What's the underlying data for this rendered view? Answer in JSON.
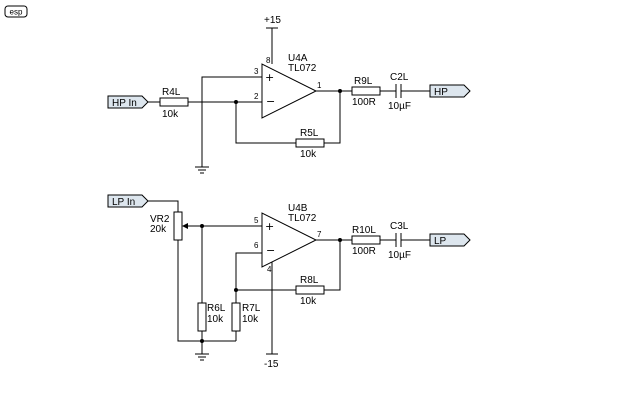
{
  "logo": "esp",
  "supply": {
    "positive": "+15",
    "negative": "-15"
  },
  "top": {
    "input_port": "HP In",
    "output_port": "HP",
    "opamp": {
      "name": "U4A",
      "type": "TL072",
      "pin_noninv": "3",
      "pin_inv": "2",
      "pin_out": "1",
      "pin_vcc": "8"
    },
    "r_in": {
      "name": "R4L",
      "value": "10k"
    },
    "r_fb": {
      "name": "R5L",
      "value": "10k"
    },
    "r_out": {
      "name": "R9L",
      "value": "100R"
    },
    "cap": {
      "name": "C2L",
      "value": "10µF"
    }
  },
  "bottom": {
    "input_port": "LP In",
    "output_port": "LP",
    "opamp": {
      "name": "U4B",
      "type": "TL072",
      "pin_noninv": "5",
      "pin_inv": "6",
      "pin_out": "7",
      "pin_vee": "4"
    },
    "pot": {
      "name": "VR2",
      "value": "20k"
    },
    "r_a": {
      "name": "R6L",
      "value": "10k"
    },
    "r_b": {
      "name": "R7L",
      "value": "10k"
    },
    "r_fb": {
      "name": "R8L",
      "value": "10k"
    },
    "r_out": {
      "name": "R10L",
      "value": "100R"
    },
    "cap": {
      "name": "C3L",
      "value": "10µF"
    }
  },
  "opamp_signs": {
    "plus": "+",
    "minus": "−"
  }
}
